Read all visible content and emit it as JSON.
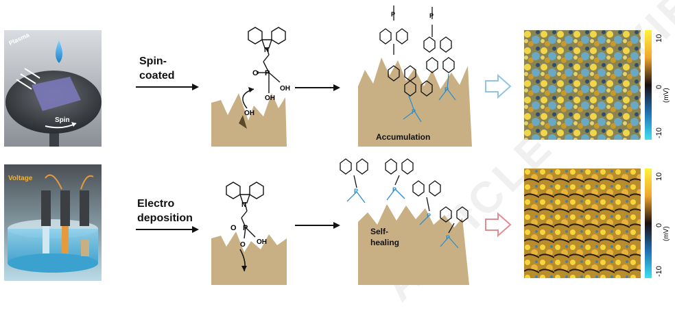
{
  "row1": {
    "photo_labels": {
      "plasma": "Plasma",
      "spin": "Spin"
    },
    "method": "Spin-\ncoated",
    "surface_label": "Accumulation",
    "colorbar": {
      "ticks": [
        "10",
        "0",
        "-10"
      ],
      "unit": "(mV)"
    }
  },
  "row2": {
    "photo_labels": {
      "voltage": "Voltage"
    },
    "method": "Electro\ndeposition",
    "surface_label": "Self-\nhealing",
    "colorbar": {
      "ticks": [
        "10",
        "0",
        "-10"
      ],
      "unit": "(mV)"
    }
  },
  "chem": {
    "oh": "OH",
    "p": "P",
    "o": "O",
    "n": "N",
    "o_minus": "O"
  },
  "watermark": "ARTICLE PREVIEW",
  "colors": {
    "substrate": "#c9b084",
    "substrate_dark": "#a48e60",
    "blue_arrow": "#8fc4e6",
    "red_arrow": "#e28c92",
    "phosphonate": "#2a8fcf",
    "orange": "#e59a3b"
  }
}
